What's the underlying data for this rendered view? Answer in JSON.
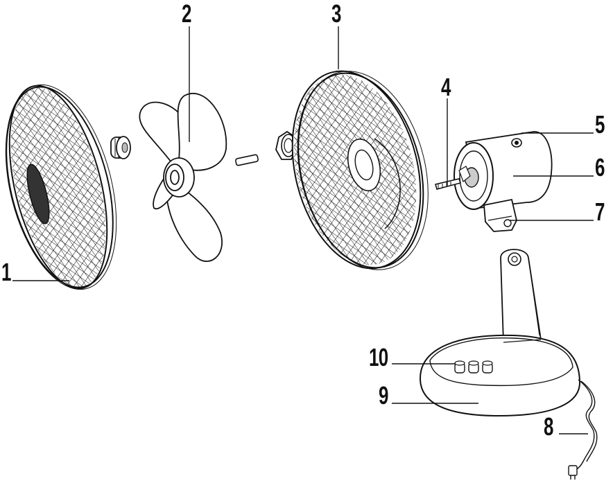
{
  "diagram": {
    "callouts": [
      {
        "id": "1",
        "label": "1"
      },
      {
        "id": "2",
        "label": "2"
      },
      {
        "id": "3",
        "label": "3"
      },
      {
        "id": "4",
        "label": "4"
      },
      {
        "id": "5",
        "label": "5"
      },
      {
        "id": "6",
        "label": "6"
      },
      {
        "id": "7",
        "label": "7"
      },
      {
        "id": "8",
        "label": "8"
      },
      {
        "id": "9",
        "label": "9"
      },
      {
        "id": "10",
        "label": "10"
      }
    ]
  },
  "colors": {
    "ink": "#111111",
    "fill": "#ffffff",
    "shade": "#d9d9d9"
  }
}
